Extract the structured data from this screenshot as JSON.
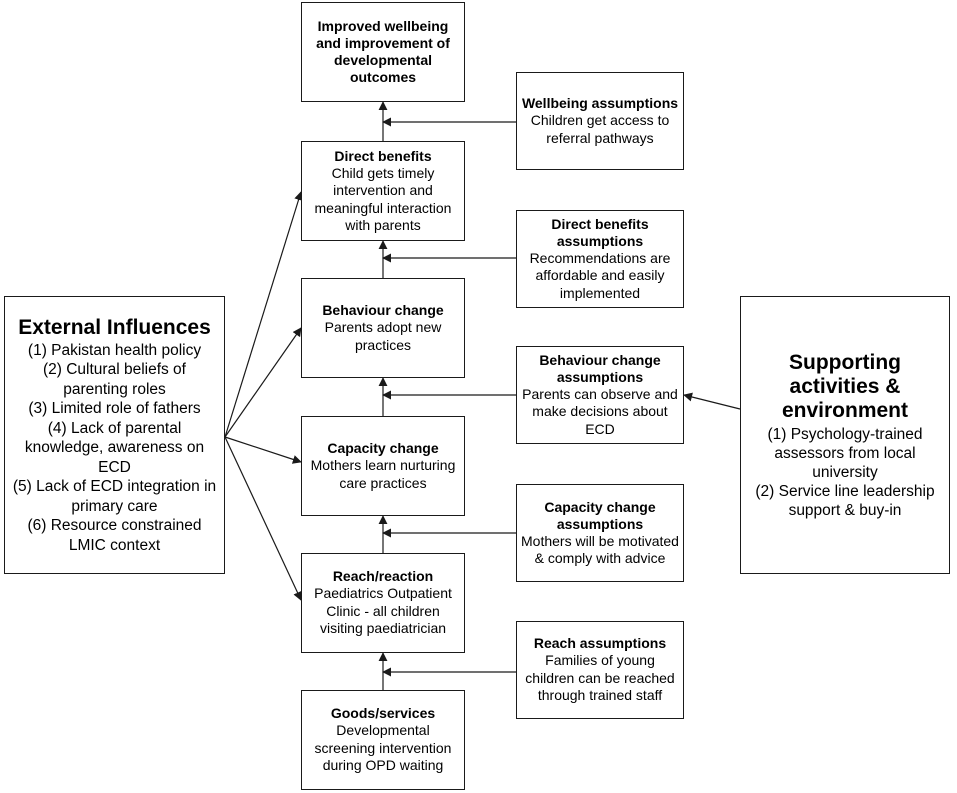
{
  "boxes": {
    "outcome": {
      "title": "Improved wellbeing and improvement of developmental outcomes",
      "body": ""
    },
    "wellbeing_assumptions": {
      "title": "Wellbeing assumptions",
      "body": "Children get access to referral pathways"
    },
    "direct_benefits": {
      "title": "Direct benefits",
      "body": "Child gets timely intervention and meaningful interaction with parents"
    },
    "direct_benefits_assumptions": {
      "title": "Direct benefits assumptions",
      "body": "Recommendations are affordable and easily implemented"
    },
    "behaviour_change": {
      "title": "Behaviour change",
      "body": "Parents adopt new practices"
    },
    "behaviour_change_assumptions": {
      "title": "Behaviour change assumptions",
      "body": "Parents can observe and make decisions about ECD"
    },
    "capacity_change": {
      "title": "Capacity change",
      "body": "Mothers learn nurturing care practices"
    },
    "capacity_change_assumptions": {
      "title": "Capacity change assumptions",
      "body": "Mothers will be motivated & comply with advice"
    },
    "reach_reaction": {
      "title": "Reach/reaction",
      "body": "Paediatrics Outpatient Clinic - all children visiting paediatrician"
    },
    "reach_assumptions": {
      "title": "Reach assumptions",
      "body": "Families of young children can be reached through trained staff"
    },
    "goods_services": {
      "title": "Goods/services",
      "body": "Developmental screening intervention during OPD waiting"
    }
  },
  "external_influences": {
    "title": "External Influences",
    "items": [
      "(1) Pakistan health policy",
      "(2) Cultural beliefs of parenting roles",
      "(3) Limited role of fathers",
      "(4) Lack of parental knowledge, awareness on ECD",
      "(5) Lack of ECD integration in primary care",
      "(6) Resource constrained LMIC context"
    ]
  },
  "supporting": {
    "title": "Supporting activities & environment",
    "items": [
      "(1) Psychology-trained assessors from local university",
      "(2) Service line leadership support & buy-in"
    ]
  }
}
